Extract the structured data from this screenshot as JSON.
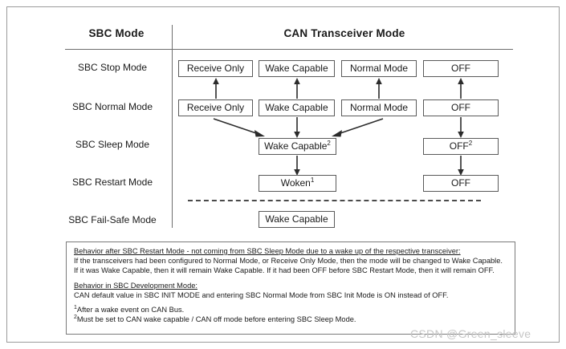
{
  "header": {
    "col_mode": "SBC Mode",
    "col_transceiver": "CAN Transceiver Mode"
  },
  "rows": [
    {
      "label": "SBC Stop Mode",
      "boxes": [
        "Receive Only",
        "Wake Capable",
        "Normal Mode",
        "OFF"
      ]
    },
    {
      "label": "SBC Normal Mode",
      "boxes": [
        "Receive Only",
        "Wake Capable",
        "Normal Mode",
        "OFF"
      ]
    },
    {
      "label": "SBC Sleep Mode",
      "boxes": [
        "Wake Capable",
        "OFF"
      ],
      "superscripts": [
        "2",
        "2"
      ]
    },
    {
      "label": "SBC Restart Mode",
      "boxes": [
        "Woken",
        "OFF"
      ],
      "superscripts": [
        "1",
        ""
      ]
    },
    {
      "label": "SBC Fail-Safe Mode",
      "boxes": [
        "Wake Capable"
      ]
    }
  ],
  "notes": {
    "heading1": "Behavior after SBC Restart Mode - not coming from SBC Sleep Mode due to a wake up of the respective transceiver:",
    "body1": "If the transceivers had been configured to Normal  Mode, or Receive Only Mode, then the mode will be changed to  Wake Capable. If it was Wake Capable, then it will remain Wake Capable. If it had been OFF before SBC Restart Mode, then it will remain OFF.",
    "heading2": "Behavior in SBC Development Mode:",
    "body2": "CAN default value in SBC INIT MODE and entering SBC Normal Mode from SBC Init Mode is ON instead of OFF.",
    "footnote1_marker": "1",
    "footnote1": "After a wake event on CAN Bus.",
    "footnote2_marker": "2",
    "footnote2": "Must be set to CAN wake capable / CAN off mode before entering SBC Sleep Mode."
  },
  "watermark": "CSDN @Green_sleeve",
  "colors": {
    "box_border": "#5a5a5a",
    "frame_border": "#9a9a9a",
    "rule": "#6d6d6d",
    "text": "#1a1a1a",
    "watermark": "#c6c6c6"
  }
}
